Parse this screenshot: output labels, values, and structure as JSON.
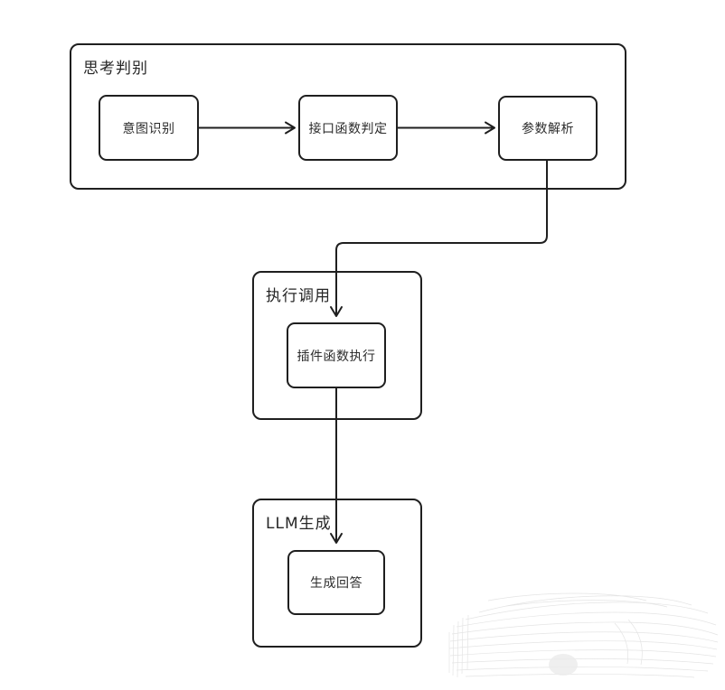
{
  "diagram": {
    "background_color": "#ffffff",
    "stroke_color": "#1f1f1f",
    "groups": [
      {
        "title": "思考判别"
      },
      {
        "title": "执行调用"
      },
      {
        "title": "LLM生成"
      }
    ],
    "nodes": [
      {
        "label": "意图识别"
      },
      {
        "label": "接口函数判定"
      },
      {
        "label": "参数解析"
      },
      {
        "label": "插件函数执行"
      },
      {
        "label": "生成回答"
      }
    ],
    "edges": [
      {
        "from": "意图识别",
        "to": "接口函数判定"
      },
      {
        "from": "接口函数判定",
        "to": "参数解析"
      },
      {
        "from": "参数解析",
        "to": "插件函数执行"
      },
      {
        "from": "插件函数执行",
        "to": "生成回答"
      }
    ]
  }
}
